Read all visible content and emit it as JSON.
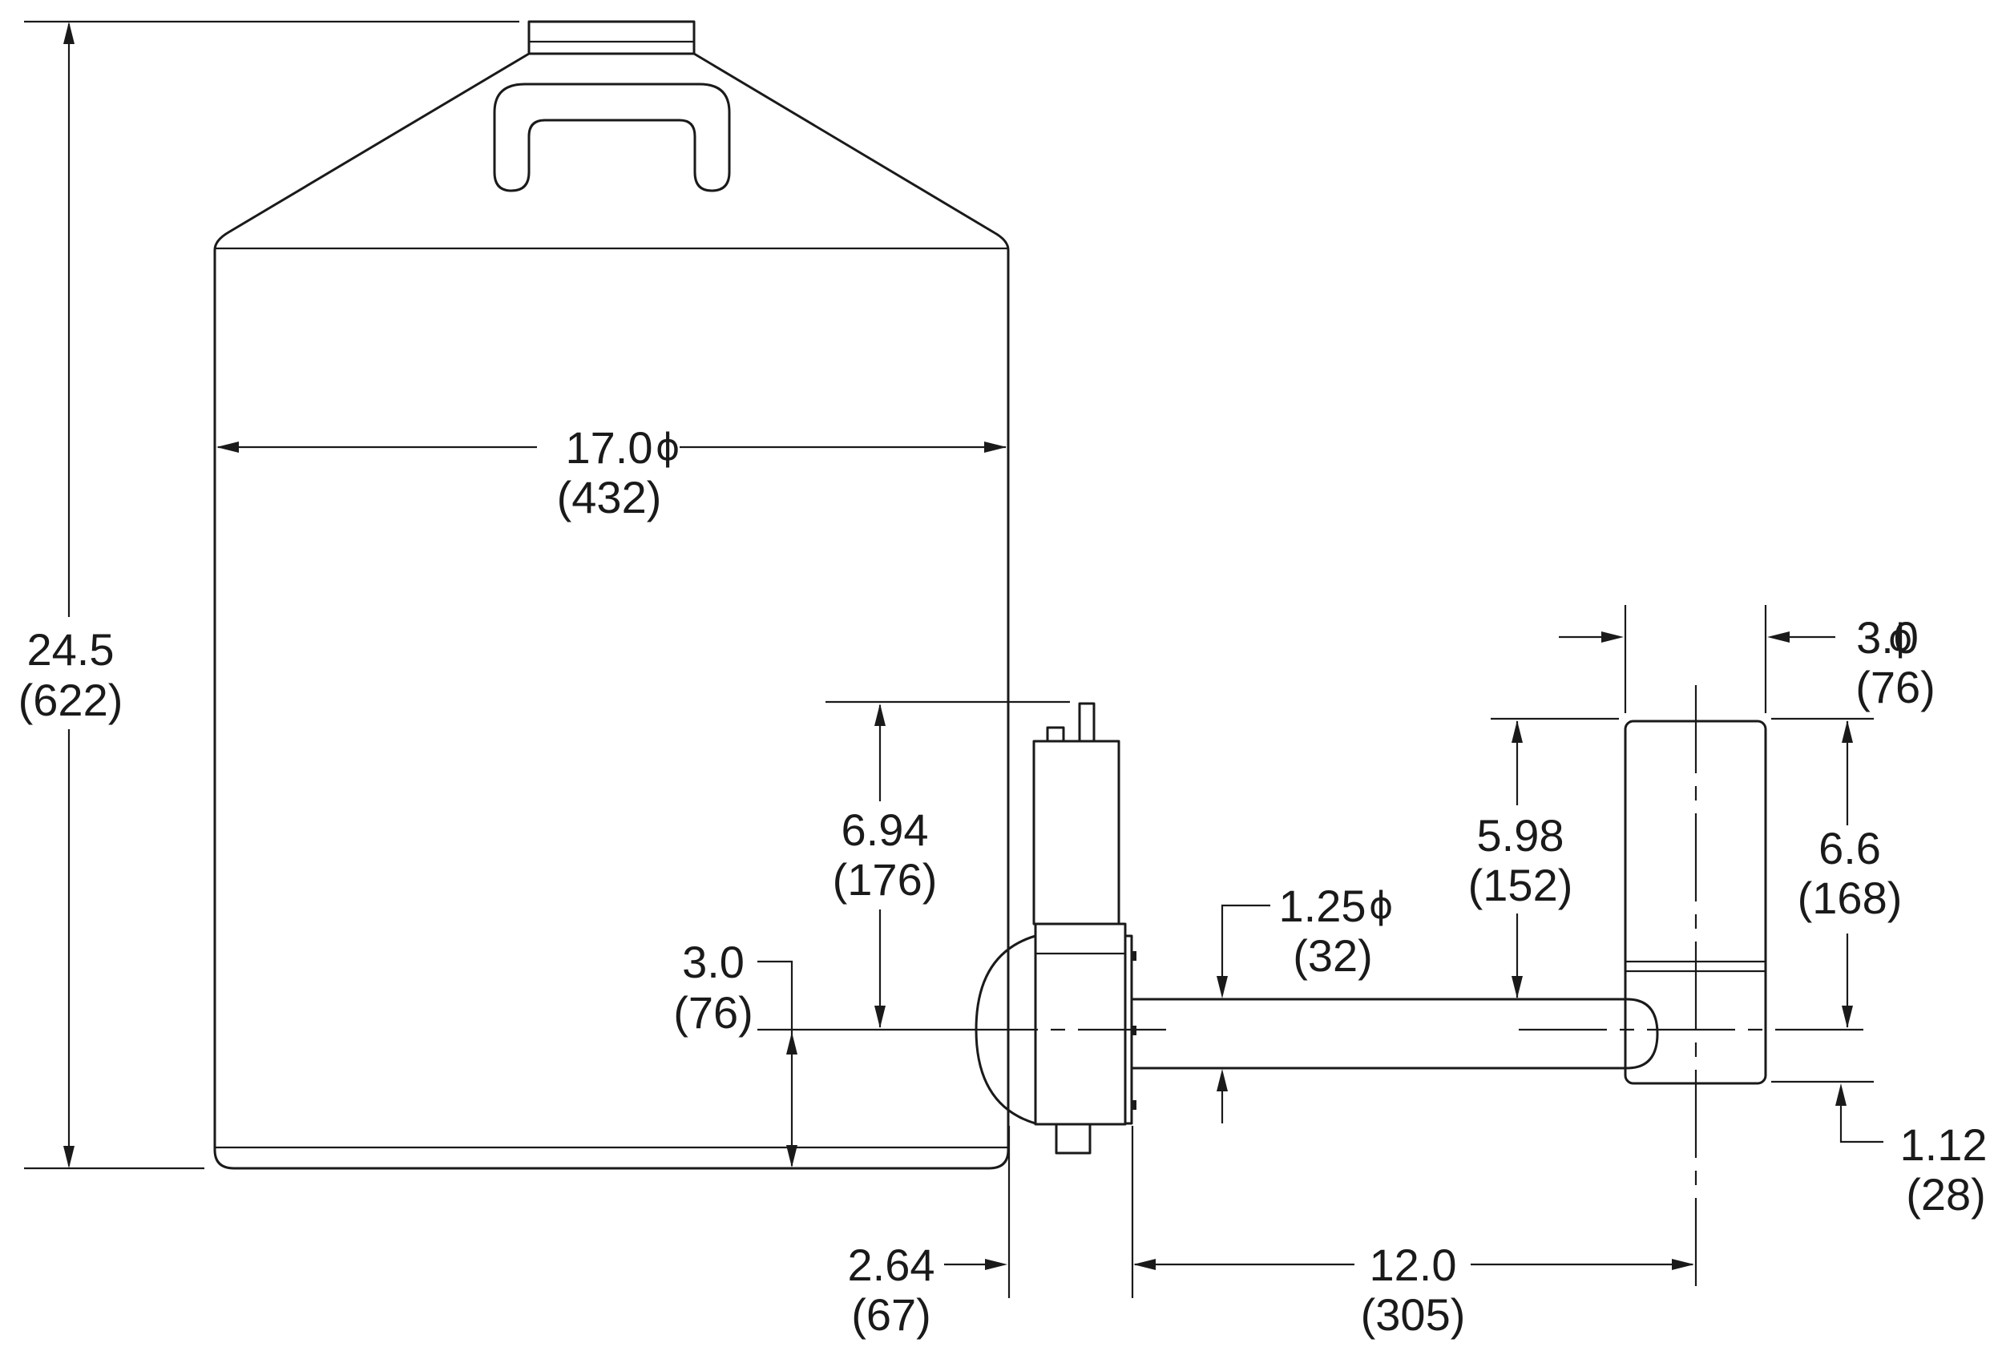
{
  "dimensions": {
    "height_total": {
      "value": "24.5",
      "metric": "(622)"
    },
    "tank_diameter": {
      "value": "17.0",
      "symbol": "ϕ",
      "metric": "(432)"
    },
    "valve_height": {
      "value": "6.94",
      "metric": "(176)"
    },
    "outlet_height": {
      "value": "3.0",
      "metric": "(76)"
    },
    "valve_offset": {
      "value": "2.64",
      "metric": "(67)"
    },
    "pipe_diameter": {
      "value": "1.25",
      "symbol": "ϕ",
      "metric": "(32)"
    },
    "pipe_length": {
      "value": "12.0",
      "metric": "(305)"
    },
    "riser_height": {
      "value": "5.98",
      "metric": "(152)"
    },
    "cap_diameter": {
      "value": "3.0",
      "symbol": "ϕ",
      "metric": "(76)"
    },
    "cap_height": {
      "value": "6.6",
      "metric": "(168)"
    },
    "cap_drop": {
      "value": "1.12",
      "metric": "(28)"
    }
  }
}
